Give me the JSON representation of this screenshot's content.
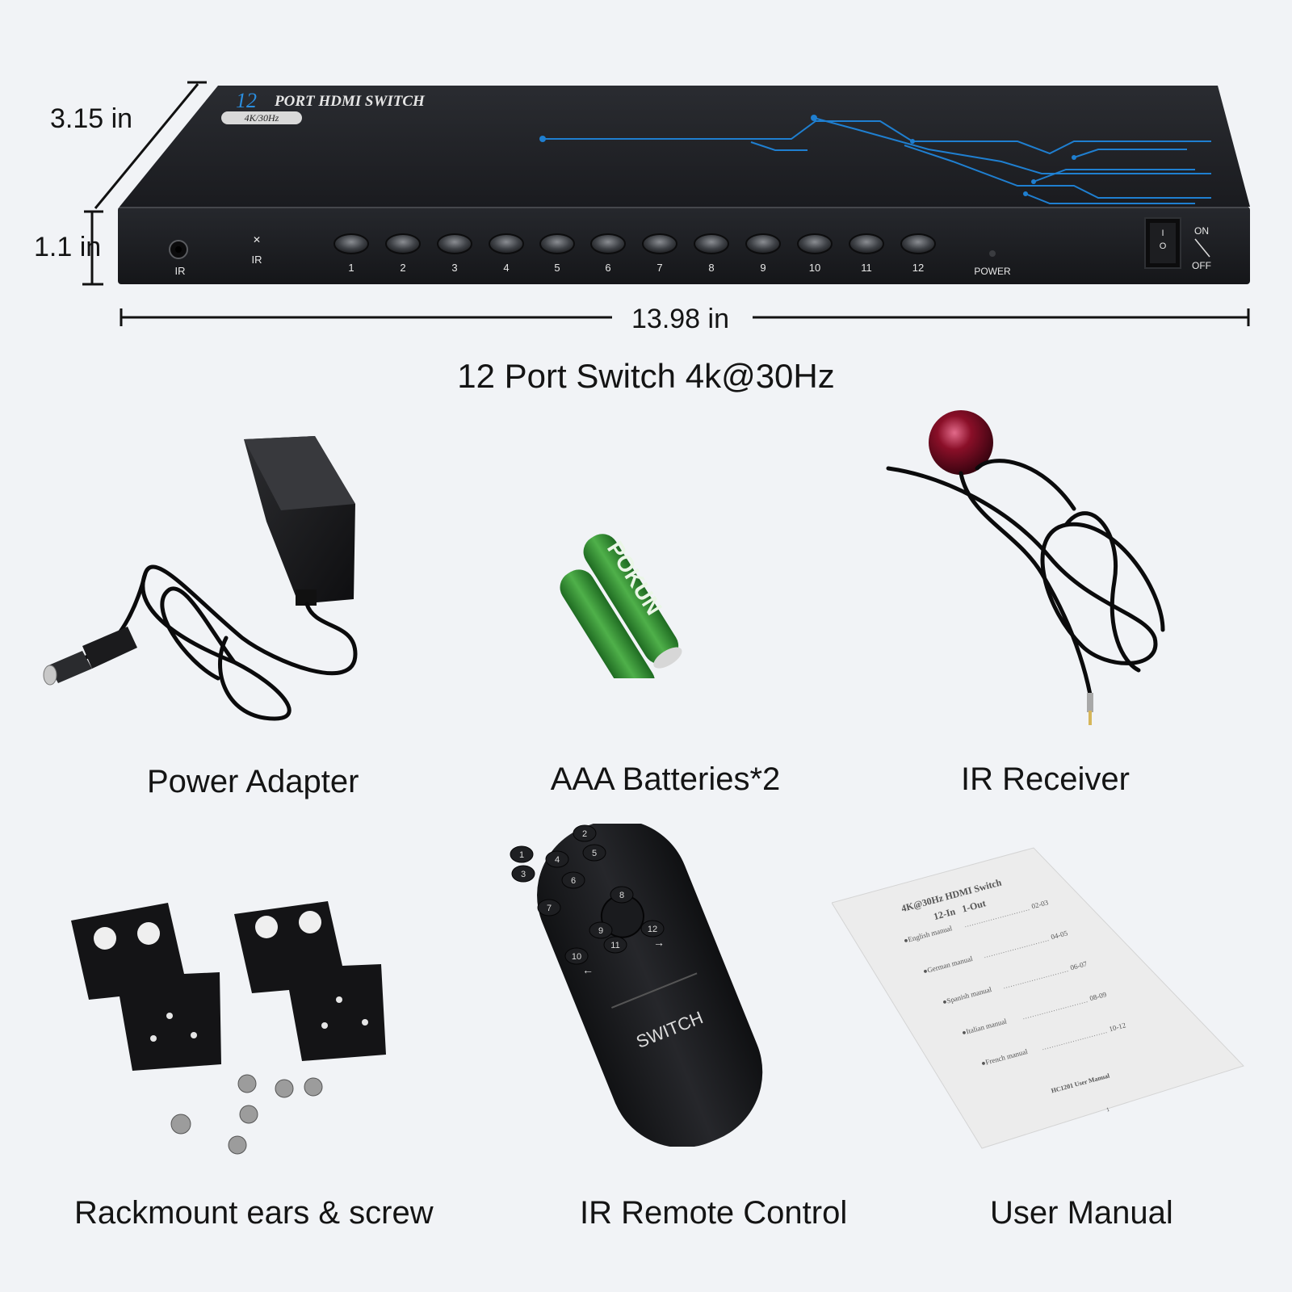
{
  "switch_device": {
    "top_title_number": "12",
    "top_title": "PORT HDMI SWITCH",
    "top_badge": "4K/30Hz",
    "front_ir_jack_label": "IR",
    "front_ir_sensor_label": "IR",
    "port_numbers": [
      "1",
      "2",
      "3",
      "4",
      "5",
      "6",
      "7",
      "8",
      "9",
      "10",
      "11",
      "12"
    ],
    "power_led_label": "POWER",
    "switch_on_label": "ON",
    "switch_off_label": "OFF",
    "rocker_on_symbol": "I",
    "rocker_off_symbol": "O"
  },
  "dimensions": {
    "depth": "3.15 in",
    "height": "1.1 in",
    "width": "13.98 in"
  },
  "product_caption": "12 Port Switch 4k@30Hz",
  "items": {
    "power_adapter": "Power Adapter",
    "batteries": "AAA Batteries*2",
    "battery_brand": "POKUN",
    "ir_receiver": "IR Receiver",
    "rackmount": "Rackmount ears & screw",
    "remote": "IR Remote Control",
    "manual": "User Manual"
  },
  "remote": {
    "buttons": [
      "1",
      "2",
      "3",
      "4",
      "5",
      "6",
      "7",
      "8",
      "9",
      "10",
      "11",
      "12"
    ],
    "brand": "SWITCH",
    "left_arrow": "←",
    "right_arrow": "→"
  },
  "manual": {
    "title_line1": "4K@30Hz HDMI Switch",
    "title_line2": "12-In   1-Out",
    "toc": [
      {
        "name": "●English manual",
        "pages": "02-03"
      },
      {
        "name": "●German manual",
        "pages": "04-05"
      },
      {
        "name": "●Spanish manual",
        "pages": "06-07"
      },
      {
        "name": "●Italian manual",
        "pages": "08-09"
      },
      {
        "name": "●French manual",
        "pages": "10-12"
      }
    ],
    "footer": "HC1201 User Manual",
    "page_number": "1"
  },
  "colors": {
    "background": "#f1f3f6",
    "device_body": "#1b1c20",
    "circuit_blue": "#1f7fd0",
    "battery_green": "#3c9a3a",
    "ir_bulb": "#8a0f28"
  }
}
